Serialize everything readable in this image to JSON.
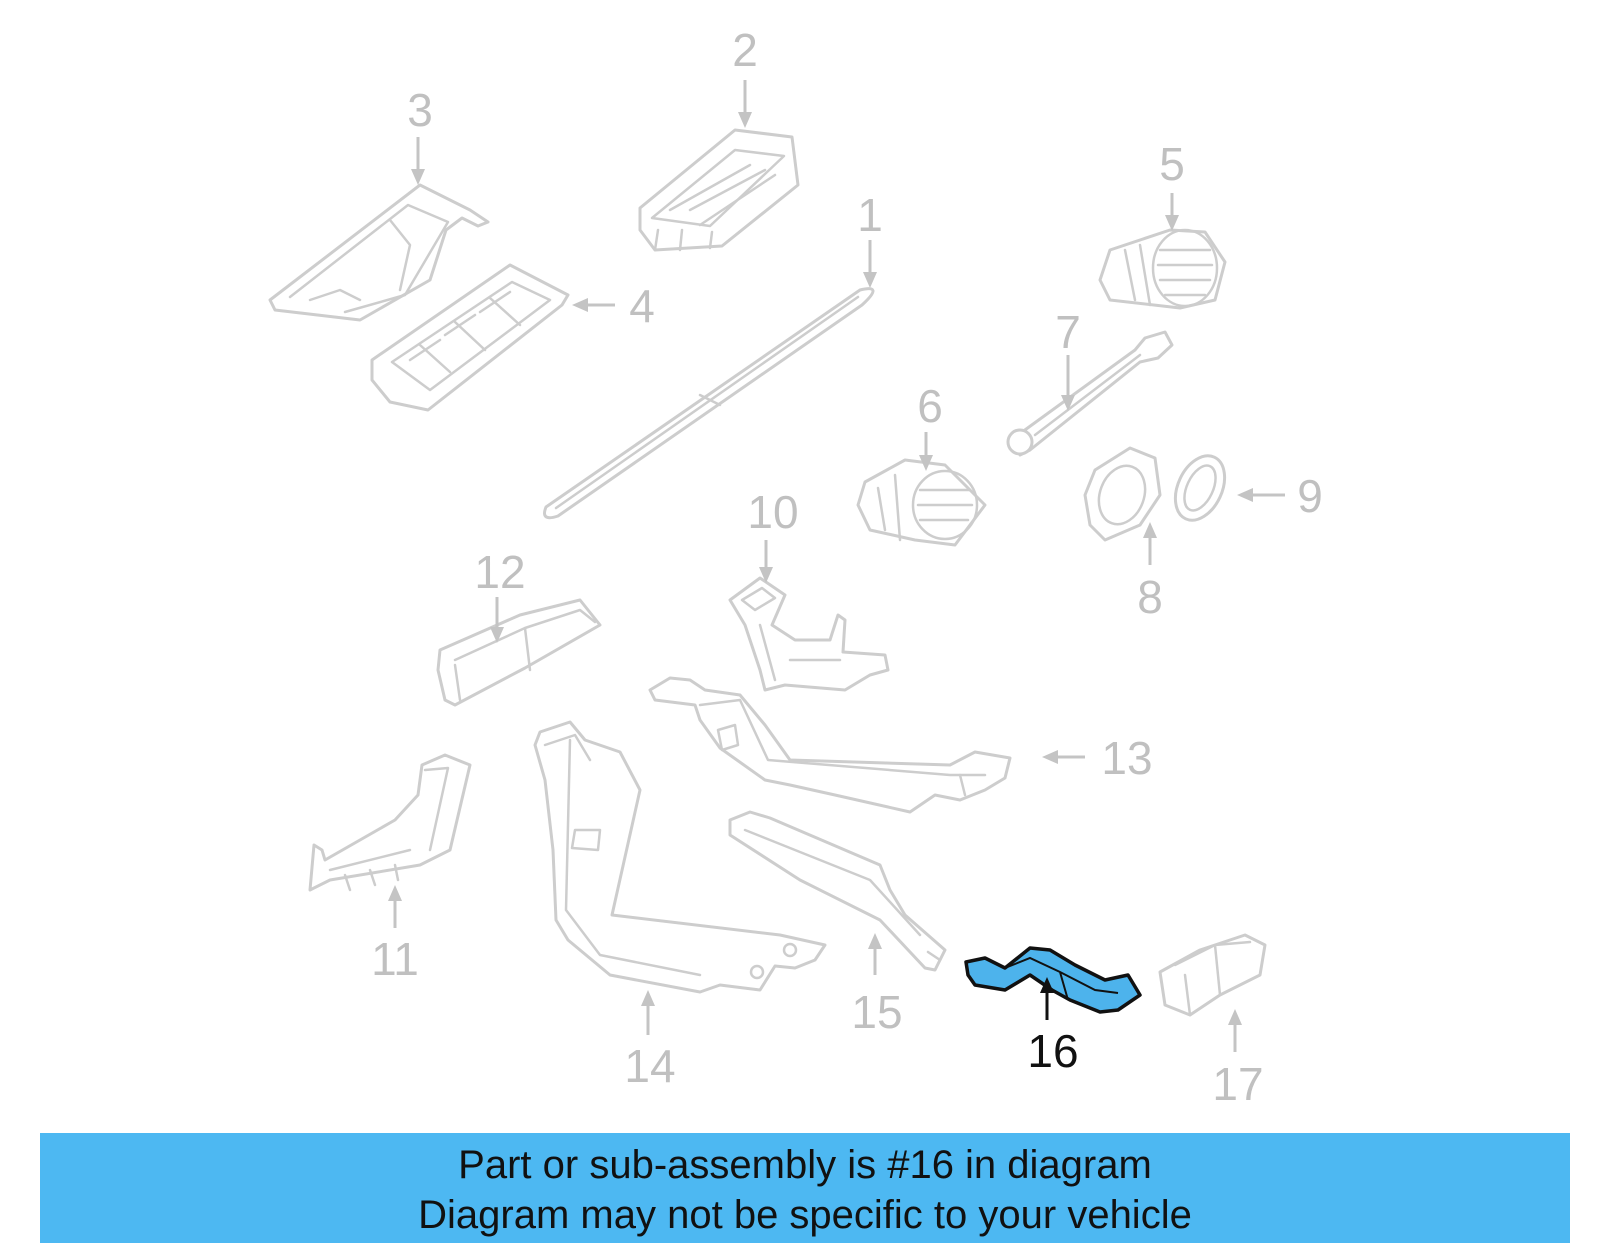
{
  "diagram": {
    "callouts": {
      "c1": "1",
      "c2": "2",
      "c3": "3",
      "c4": "4",
      "c5": "5",
      "c6": "6",
      "c7": "7",
      "c8": "8",
      "c9": "9",
      "c10": "10",
      "c11": "11",
      "c12": "12",
      "c13": "13",
      "c14": "14",
      "c15": "15",
      "c16": "16",
      "c17": "17"
    },
    "highlighted_part": "16",
    "colors": {
      "highlight": "#4db3ec",
      "banner": "#4db8f2",
      "part_outline": "#cdcdcd",
      "callout_text": "#c0c0c0"
    }
  },
  "banner": {
    "line1": "Part or sub-assembly is #16 in diagram",
    "line2": "Diagram may not be specific to your vehicle"
  }
}
